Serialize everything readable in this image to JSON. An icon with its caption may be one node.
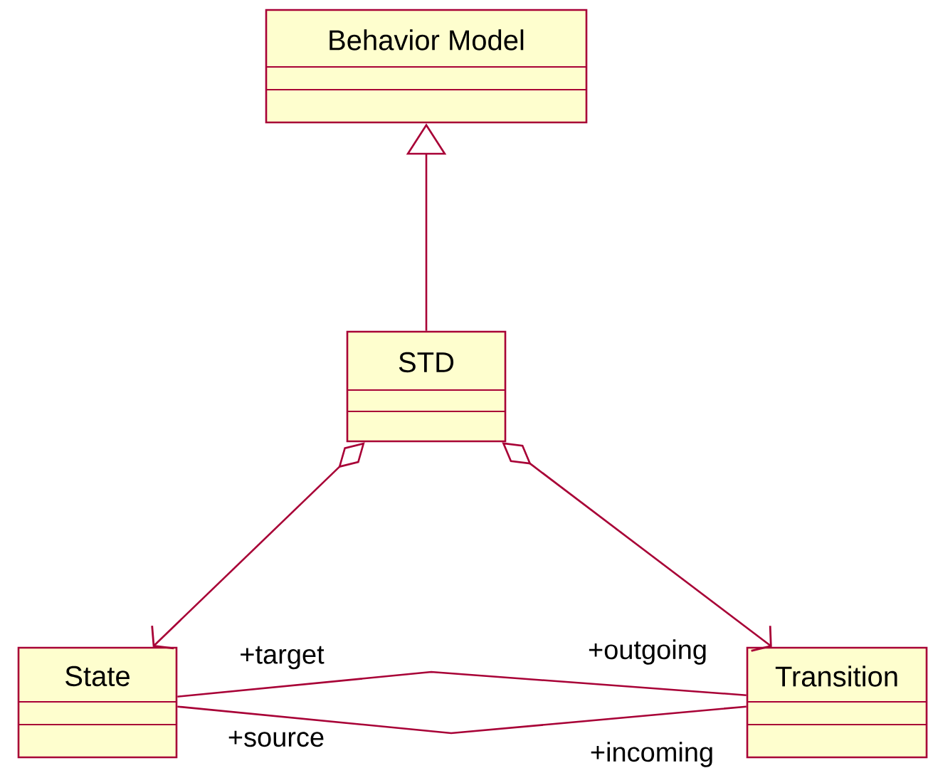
{
  "diagram": {
    "nodes": [
      {
        "text": [
          "Behavior Model"
        ]
      },
      {
        "text": [
          "STD"
        ]
      },
      {
        "text": [
          "State"
        ]
      },
      {
        "text": [
          "Transition"
        ]
      }
    ],
    "edges": [
      {
        "from": 1,
        "to": 0,
        "arrow": "to"
      },
      {
        "from": 1,
        "to": 2,
        "arrow": "to"
      },
      {
        "from": 1,
        "to": 3,
        "arrow": "to"
      },
      {
        "from": 2,
        "to": 3,
        "arrow": "none"
      },
      {
        "from": 2,
        "to": 3,
        "arrow": "none"
      }
    ],
    "labels": [
      "+target",
      "+outgoing",
      "+source",
      "+incoming"
    ]
  }
}
